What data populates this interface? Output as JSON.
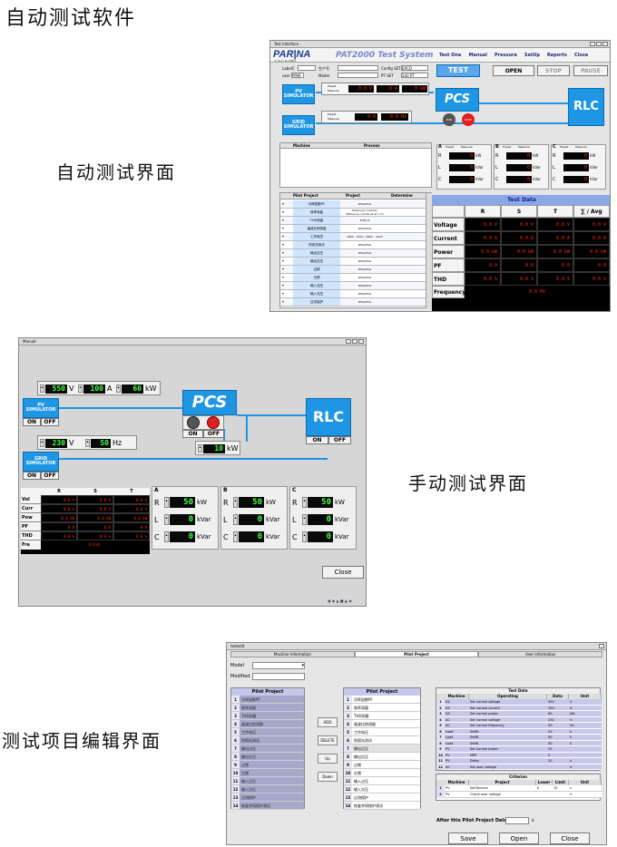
{
  "captions": {
    "page_title": "自动测试软件",
    "auto_label": "自动测试界面",
    "manual_label": "手动测试界面",
    "edit_label": "测试项目编辑界面"
  },
  "auto": {
    "window_title": "Test Interface",
    "logo": "PAR|NA",
    "logo_sub": "TECHNOLOGIES 帕那科技",
    "system_title": "PAT2000 Test System",
    "menu": [
      "Test One",
      "Manual",
      "Pressure",
      "SetUp",
      "Reports",
      "Close"
    ],
    "fields": {
      "label_l": "LabelC",
      "producer": "生产号",
      "config_set": "Config SET",
      "config_set_val": "EPCO",
      "user": "user",
      "user_val": "PPAP",
      "model": "Model",
      "pt_set": "PT SET",
      "pt_set_val": "240 PT"
    },
    "buttons": {
      "test": "TEST",
      "open": "OPEN",
      "stop": "STOP",
      "pause": "PAUSE",
      "run": "RUN",
      "stop_round": "STOP"
    },
    "pv": {
      "label": "PV SIMULATOR",
      "preset": "Preset",
      "measure": "Measure",
      "v": "0.0 V",
      "a": "0 A",
      "w": "0 kW"
    },
    "grid": {
      "label": "GRID SIMULATOR",
      "preset": "Preset",
      "measure": "Measure",
      "v": "0.0",
      "hz": "0.0 Hz"
    },
    "pcs": "PCS",
    "rlc": "RLC",
    "machine_cols": [
      "Machine",
      "Process"
    ],
    "abc": [
      {
        "name": "A",
        "preset": "Preset",
        "measure": "Measure",
        "r": "0",
        "l": "0",
        "c": "0"
      },
      {
        "name": "B",
        "preset": "Preset",
        "measure": "Measure",
        "r": "0",
        "l": "0",
        "c": "0"
      },
      {
        "name": "C",
        "preset": "Preset",
        "measure": "Measure",
        "r": "0",
        "l": "0",
        "c": "0"
      }
    ],
    "units": {
      "kw": "kW",
      "kvar": "kVar"
    },
    "pilot_cols": [
      "Pilot Project",
      "Project",
      "Determine"
    ],
    "pilot_rows": [
      {
        "name": "功率因数PF",
        "project": "PASS/FAIL"
      },
      {
        "name": "效率测量",
        "project": "Maximum Inverter efficiency>=0.94 at at >=1"
      },
      {
        "name": "THD测量",
        "project": "THD<5"
      },
      {
        "name": "谐波比例测量",
        "project": "PASS/FAIL"
      },
      {
        "name": "工作电压",
        "project": "180V - 242V / 180V - 242V"
      },
      {
        "name": "防孤岛测试",
        "project": "PASS/FAIL"
      },
      {
        "name": "输出过压",
        "project": "PASS/FAIL"
      },
      {
        "name": "输出欠压",
        "project": "PASS/FAIL"
      },
      {
        "name": "过频",
        "project": "PASS/FAIL"
      },
      {
        "name": "欠频",
        "project": "PASS/FAIL"
      },
      {
        "name": "输入过压",
        "project": "PASS/FAIL"
      },
      {
        "name": "输入欠压",
        "project": "PASS/FAIL"
      },
      {
        "name": "过流保护",
        "project": "PASS/FAIL"
      }
    ],
    "test_data_title": "Test Data",
    "td_cols": [
      "R",
      "S",
      "T",
      "∑ / Avg"
    ],
    "td_rows": [
      {
        "label": "Voltage",
        "vals": [
          "0.0 V",
          "0.0 V",
          "0.0 V",
          "0.0 V"
        ]
      },
      {
        "label": "Current",
        "vals": [
          "0.0 A",
          "0.0 A",
          "0.0 A",
          "0.0 A"
        ]
      },
      {
        "label": "Power",
        "vals": [
          "0.0 kW",
          "0.0 kW",
          "0.0 kW",
          "0.0 kW"
        ]
      },
      {
        "label": "PF",
        "vals": [
          "0.0",
          "0.0",
          "0.0",
          "0.0"
        ]
      },
      {
        "label": "THD",
        "vals": [
          "0.0 %",
          "0.0 %",
          "0.0 %",
          "0.0 %"
        ]
      }
    ],
    "frequency_label": "Frequency",
    "frequency_val": "0.0 Hz"
  },
  "manual": {
    "window_title": "Manual",
    "pv_v": "550",
    "pv_v_unit": "V",
    "pv_a": "100",
    "pv_a_unit": "A",
    "pv_w": "60",
    "pv_w_unit": "kW",
    "grid_v": "230",
    "grid_v_unit": "V",
    "grid_hz": "50",
    "grid_hz_unit": "Hz",
    "pcs_kw": "10",
    "pcs_kw_unit": "kW",
    "pv_label": "PV SIMULATOR",
    "grid_label": "GRID SIMULATOR",
    "pcs": "PCS",
    "rlc": "RLC",
    "on": "ON",
    "off": "OFF",
    "data_cols": [
      "R",
      "S",
      "T"
    ],
    "data_rows": [
      {
        "label": "Vol",
        "vals": [
          "0.0 V",
          "0.0 V",
          "0.0 V"
        ]
      },
      {
        "label": "Curr",
        "vals": [
          "0.0 A",
          "0.0 A",
          "0.0 A"
        ]
      },
      {
        "label": "Pow",
        "vals": [
          "0.0 kW",
          "0.0 kW",
          "0.0 kW"
        ]
      },
      {
        "label": "PF",
        "vals": [
          "0.0",
          "0.0",
          "0.0"
        ]
      },
      {
        "label": "THD",
        "vals": [
          "0.0 %",
          "0.0 %",
          "0.0 %"
        ]
      }
    ],
    "fre_label": "Fre",
    "fre_val": "0.0 Hz",
    "abc": [
      {
        "name": "A",
        "r": "50",
        "l": "0",
        "c": "0"
      },
      {
        "name": "B",
        "r": "50",
        "l": "0",
        "c": "0"
      },
      {
        "name": "C",
        "r": "50",
        "l": "0",
        "c": "0"
      }
    ],
    "close": "Close"
  },
  "edit": {
    "window_title": "testedit",
    "tabs": [
      "Machine Information",
      "Pilot Project",
      "User Information"
    ],
    "model_label": "Model",
    "modified_label": "Modified",
    "left_header": "Pilot Project",
    "left_items": [
      "功率因数PF",
      "效率测量",
      "THD测量",
      "谐波比例测量",
      "工作电压",
      "防孤岛测试",
      "输出过压",
      "输出欠压",
      "过频",
      "欠频",
      "输入过压",
      "输入欠压",
      "过流保护",
      "恢复并网保护测试"
    ],
    "buttons": [
      "ADD",
      "DELETE",
      "Up",
      "Down"
    ],
    "mid_header": "Pilot Project",
    "mid_items": [
      "功率因数PF",
      "效率测量",
      "THD测量",
      "谐波比例测量",
      "工作电压",
      "防孤岛测试",
      "输出过压",
      "输出欠压",
      "过频",
      "欠频",
      "输入过压",
      "输入欠压",
      "过流保护",
      "恢复并网保护测试"
    ],
    "test_data_title": "Test Data",
    "td_cols": [
      "Machine",
      "Operating",
      "Data",
      "Unit"
    ],
    "td_rows": [
      [
        "DC",
        "Set normal voltage",
        "550",
        "V"
      ],
      [
        "DC",
        "Set normal current",
        "100",
        "A"
      ],
      [
        "DC",
        "Set normal power",
        "60",
        "kW"
      ],
      [
        "AC",
        "Set normal voltage",
        "230",
        "V"
      ],
      [
        "AC",
        "Set normal frequency",
        "50",
        "Hz"
      ],
      [
        "Load",
        "SetRL",
        "50",
        "k"
      ],
      [
        "Load",
        "SetRL",
        "50",
        "k"
      ],
      [
        "Load",
        "SetRL",
        "50",
        "k"
      ],
      [
        "PV",
        "Set normal power",
        "20",
        ""
      ],
      [
        "PV",
        "MPP",
        "0",
        ""
      ],
      [
        "PV",
        "Delay",
        "20",
        "s"
      ],
      [
        "AC",
        "Set over voltage",
        "",
        "V"
      ]
    ],
    "criterion_title": "Criterion",
    "cr_cols": [
      "Machine",
      "Project",
      "Lower",
      "Limit",
      "Unit"
    ],
    "cr_rows": [
      [
        "PV",
        "NorTorance",
        "0",
        "10",
        "s"
      ],
      [
        "PV",
        "Check over voltage",
        "",
        "",
        "V"
      ]
    ],
    "delay_label": "After this Pilot Project Delay",
    "delay_unit": "s",
    "save": "Save",
    "open": "Open",
    "close": "Close"
  }
}
